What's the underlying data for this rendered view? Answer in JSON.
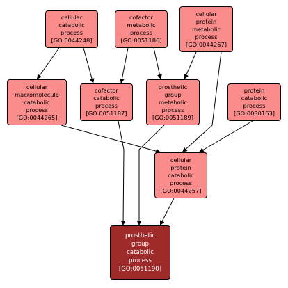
{
  "colors": {
    "node_fill": "#fa8c8c",
    "target_fill": "#9f2a2a",
    "target_text": "#ffffff",
    "border": "#000000",
    "edge": "#000000"
  },
  "nodes": {
    "n44248": {
      "lines": [
        "cellular",
        "catabolic",
        "process"
      ],
      "id": "[GO:0044248]"
    },
    "n51186": {
      "lines": [
        "cofactor",
        "metabolic",
        "process"
      ],
      "id": "[GO:0051186]"
    },
    "n44267": {
      "lines": [
        "cellular",
        "protein",
        "metabolic",
        "process"
      ],
      "id": "[GO:0044267]"
    },
    "n44265": {
      "lines": [
        "cellular",
        "macromolecule",
        "catabolic",
        "process"
      ],
      "id": "[GO:0044265]"
    },
    "n51187": {
      "lines": [
        "cofactor",
        "catabolic",
        "process"
      ],
      "id": "[GO:0051187]"
    },
    "n51189": {
      "lines": [
        "prosthetic",
        "group",
        "metabolic",
        "process"
      ],
      "id": "[GO:0051189]"
    },
    "n30163": {
      "lines": [
        "protein",
        "catabolic",
        "process"
      ],
      "id": "[GO:0030163]"
    },
    "n44257": {
      "lines": [
        "cellular",
        "protein",
        "catabolic",
        "process"
      ],
      "id": "[GO:0044257]"
    },
    "n51190": {
      "lines": [
        "prosthetic",
        "group",
        "catabolic",
        "process"
      ],
      "id": "[GO:0051190]"
    }
  },
  "edges": [
    [
      "n44248",
      "n44265"
    ],
    [
      "n44248",
      "n51187"
    ],
    [
      "n51186",
      "n51187"
    ],
    [
      "n51186",
      "n51189"
    ],
    [
      "n44267",
      "n51189"
    ],
    [
      "n44267",
      "n44257"
    ],
    [
      "n44265",
      "n44257"
    ],
    [
      "n30163",
      "n44257"
    ],
    [
      "n51187",
      "n51190"
    ],
    [
      "n51189",
      "n51190"
    ],
    [
      "n44257",
      "n51190"
    ]
  ]
}
